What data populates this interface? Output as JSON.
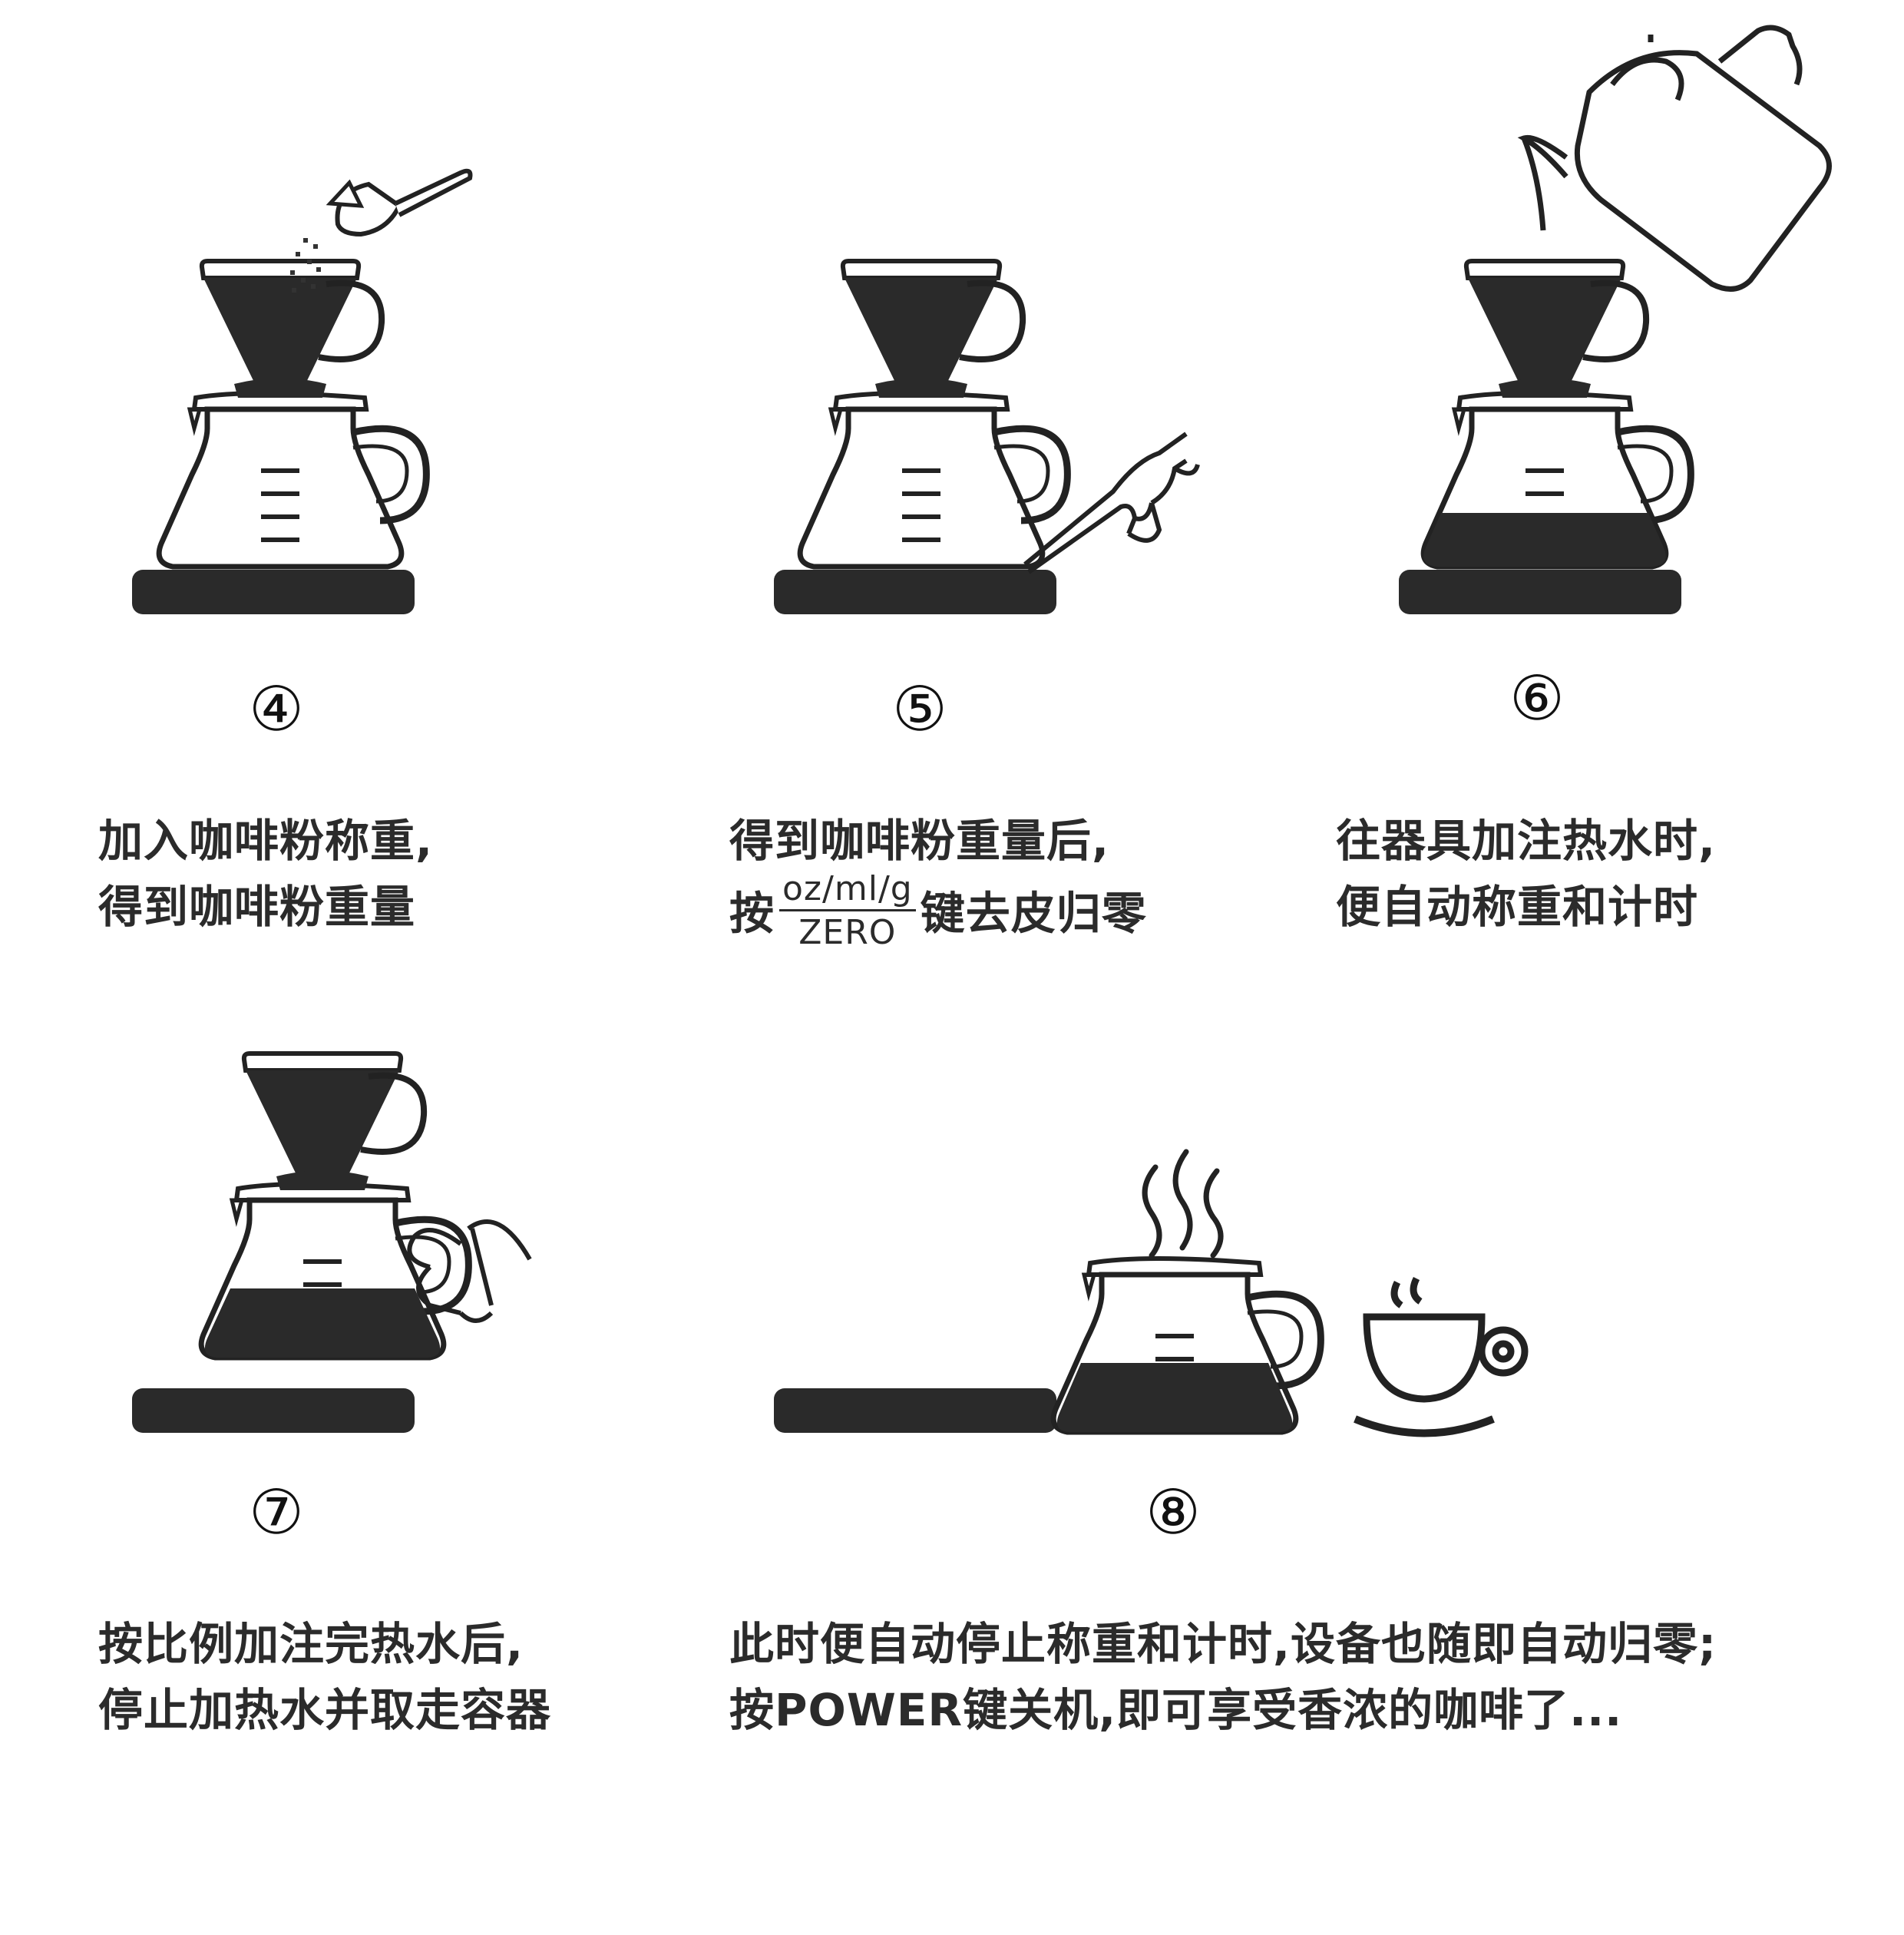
{
  "steps": [
    {
      "number": "④",
      "lines": [
        "加入咖啡粉称重,",
        "得到咖啡粉重量"
      ]
    },
    {
      "number": "⑤",
      "line1": "得到咖啡粉重量后,",
      "line2_prefix": "按",
      "key_top": "oz/ml/g",
      "key_bottom": "ZERO",
      "line2_suffix": "键去皮归零"
    },
    {
      "number": "⑥",
      "lines": [
        "往器具加注热水时,",
        "便自动称重和计时"
      ]
    },
    {
      "number": "⑦",
      "lines": [
        "按比例加注完热水后,",
        "停止加热水并取走容器"
      ]
    },
    {
      "number": "⑧",
      "lines": [
        "此时便自动停止称重和计时,设备也随即自动归零;",
        "按POWER键关机,即可享受香浓的咖啡了..."
      ]
    }
  ]
}
